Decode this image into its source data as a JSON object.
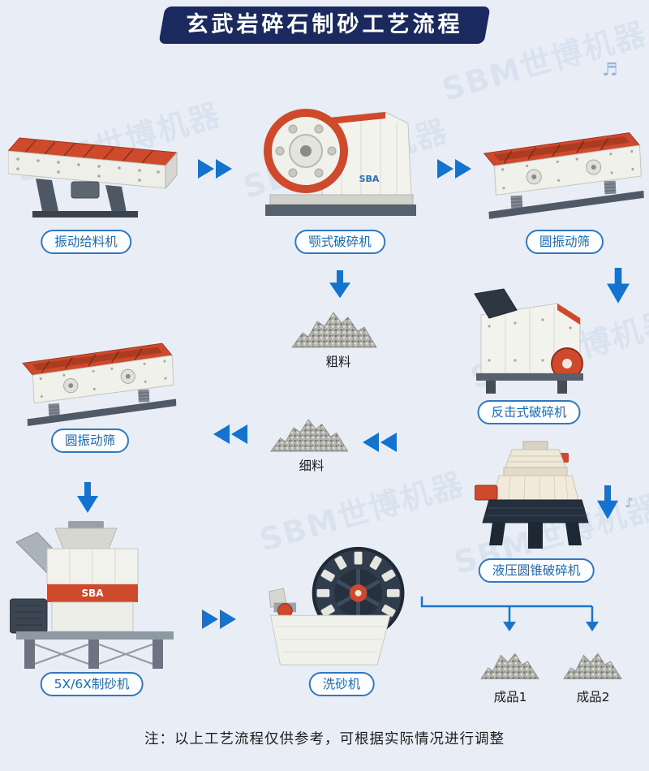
{
  "title": "玄武岩碎石制砂工艺流程",
  "watermark": "SBM世博机器",
  "machine_logo": "SBA",
  "labels": {
    "feeder": "振动给料机",
    "jaw": "颚式破碎机",
    "screen_top": "圆振动筛",
    "impact": "反击式破碎机",
    "coarse": "粗料",
    "fine": "细料",
    "screen_left": "圆振动筛",
    "cone": "液压圆锥破碎机",
    "sand_maker": "5X/6X制砂机",
    "washer": "洗砂机",
    "product1": "成品1",
    "product2": "成品2"
  },
  "note": "注：以上工艺流程仅供参考，可根据实际情况进行调整",
  "decor": {
    "note1": "♬",
    "note2": "♪"
  },
  "colors": {
    "background": "#e9eef6",
    "banner_navy": "#1b2a5e",
    "accent_blue": "#1373cf",
    "label_blue": "#1a6ab8",
    "machine_red": "#cf4a2c"
  }
}
